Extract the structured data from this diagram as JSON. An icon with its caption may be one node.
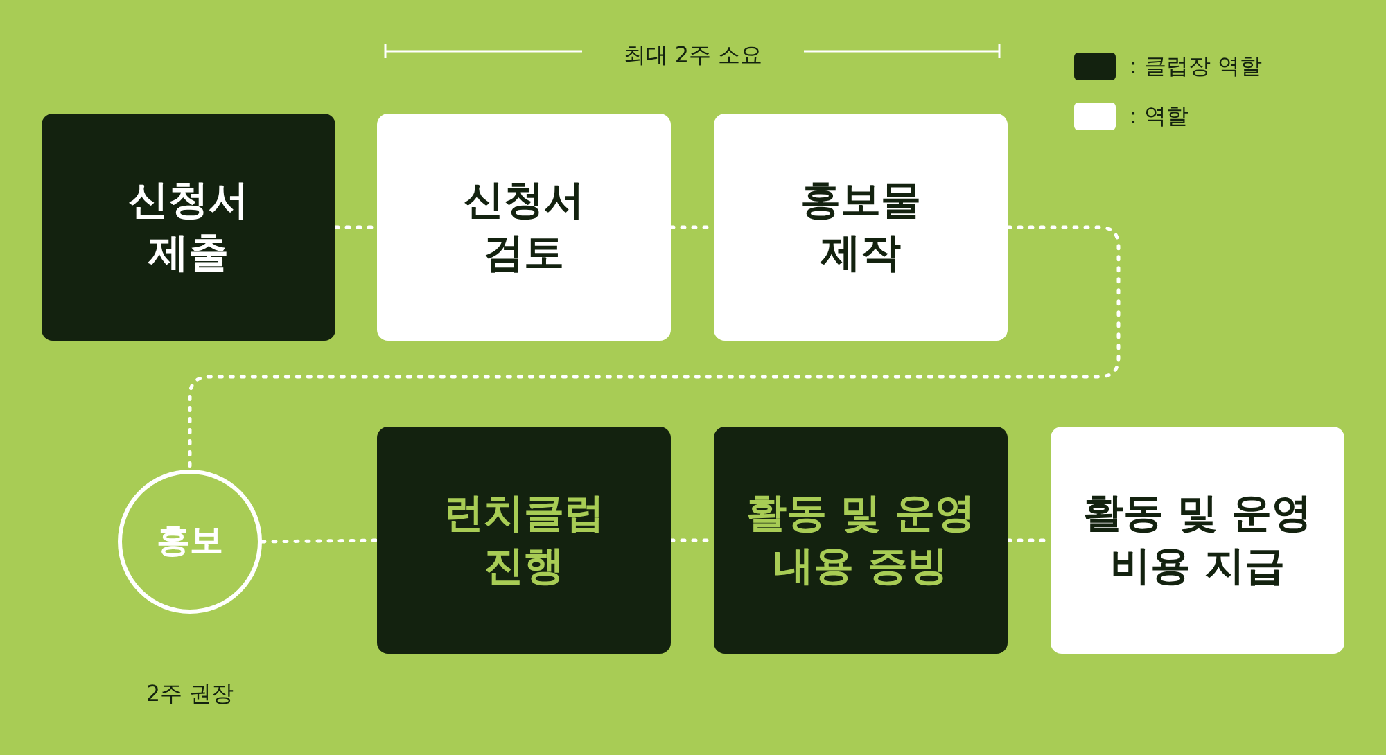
{
  "diagram": {
    "nodes": [
      {
        "text": [
          "신청서 제출"
        ]
      },
      {
        "text": [
          "신청서 검토"
        ]
      },
      {
        "text": [
          "홍보물 제작"
        ]
      },
      {
        "text": [
          "홍보"
        ],
        "beside": [
          "2주 권장"
        ]
      },
      {
        "text": [
          "런치클럽 진행"
        ]
      },
      {
        "text": [
          "활동 및 운영 내용 증빙"
        ]
      },
      {
        "text": [
          "활동 및 운영 비용 지급"
        ]
      }
    ],
    "edges": [
      {
        "from": 0,
        "to": 1,
        "arrow": "none"
      },
      {
        "from": 1,
        "to": 2,
        "arrow": "none"
      },
      {
        "from": 2,
        "to": 3,
        "arrow": "none"
      },
      {
        "from": 3,
        "to": 4,
        "arrow": "none"
      },
      {
        "from": 4,
        "to": 5,
        "arrow": "none"
      },
      {
        "from": 5,
        "to": 6,
        "arrow": "none"
      }
    ],
    "labels": [
      "최대 2주 소요"
    ],
    "legend": [
      {
        "text": ": 클럽장 역할",
        "color": "#13220f"
      },
      {
        "text": ": 역할",
        "color": "#ffffff"
      }
    ]
  }
}
